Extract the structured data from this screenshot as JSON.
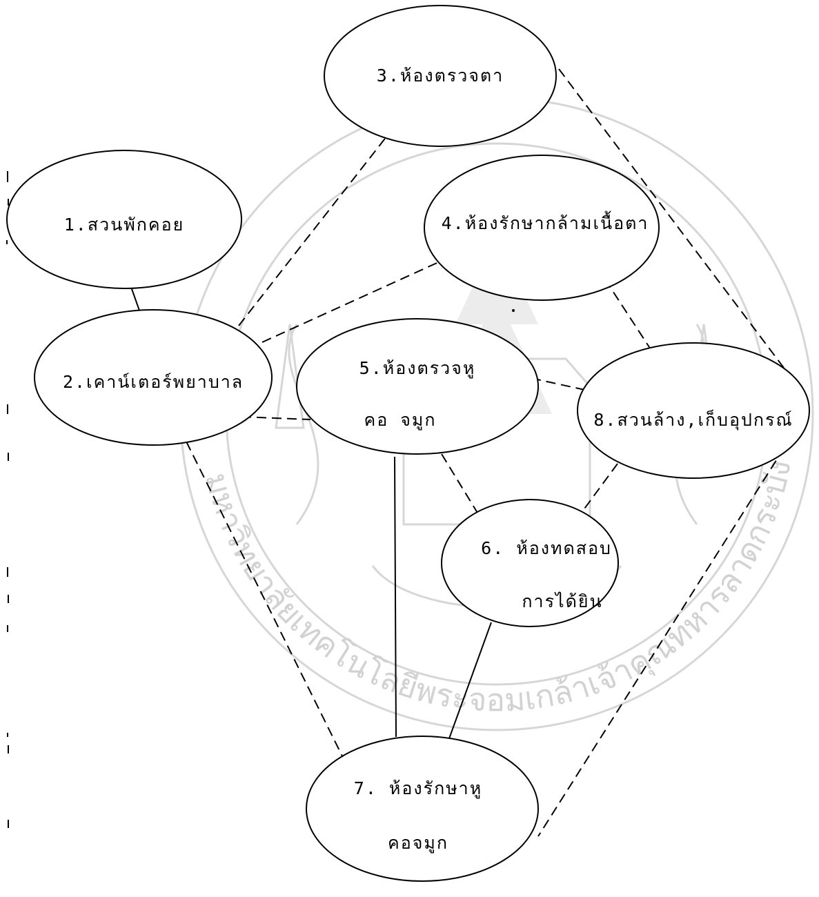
{
  "diagram": {
    "nodes": [
      {
        "id": "n1",
        "label": [
          "1.สวนพักคอย"
        ]
      },
      {
        "id": "n2",
        "label": [
          "2.เคาน์เตอร์พยาบาล"
        ]
      },
      {
        "id": "n3",
        "label": [
          "3.ห้องตรวจตา"
        ]
      },
      {
        "id": "n4",
        "label": [
          "4.ห้องรักษากล้ามเนื้อตา"
        ]
      },
      {
        "id": "n5",
        "label": [
          "5.ห้องตรวจหู",
          "คอ จมูก"
        ]
      },
      {
        "id": "n6",
        "label": [
          "6. ห้องทดสอบ",
          "การได้ยิน"
        ]
      },
      {
        "id": "n7",
        "label": [
          "7. ห้องรักษาหู",
          "คอจมูก"
        ]
      },
      {
        "id": "n8",
        "label": [
          "8.สวนล้าง,เก็บอุปกรณ์"
        ]
      }
    ],
    "edges": [
      {
        "from": "n1",
        "to": "n2",
        "style": "solid"
      },
      {
        "from": "n2",
        "to": "n3",
        "style": "dashed"
      },
      {
        "from": "n2",
        "to": "n4",
        "style": "dashed"
      },
      {
        "from": "n2",
        "to": "n5",
        "style": "dashed"
      },
      {
        "from": "n2",
        "to": "n7",
        "style": "dashed"
      },
      {
        "from": "n3",
        "to": "n8",
        "style": "dashed"
      },
      {
        "from": "n4",
        "to": "n8",
        "style": "dashed"
      },
      {
        "from": "n5",
        "to": "n8",
        "style": "dashed"
      },
      {
        "from": "n5",
        "to": "n6",
        "style": "dashed"
      },
      {
        "from": "n5",
        "to": "n7",
        "style": "solid"
      },
      {
        "from": "n8",
        "to": "n6",
        "style": "dashed"
      },
      {
        "from": "n6",
        "to": "n7",
        "style": "solid"
      },
      {
        "from": "n8",
        "to": "n7",
        "style": "dashed"
      }
    ]
  },
  "watermark": {
    "text": "มหาวิทยาลัยเทคโนโลยีพระจอมเกล้าเจ้าคุณทหารลาดกระบัง",
    "color": "#d2d2d2"
  }
}
